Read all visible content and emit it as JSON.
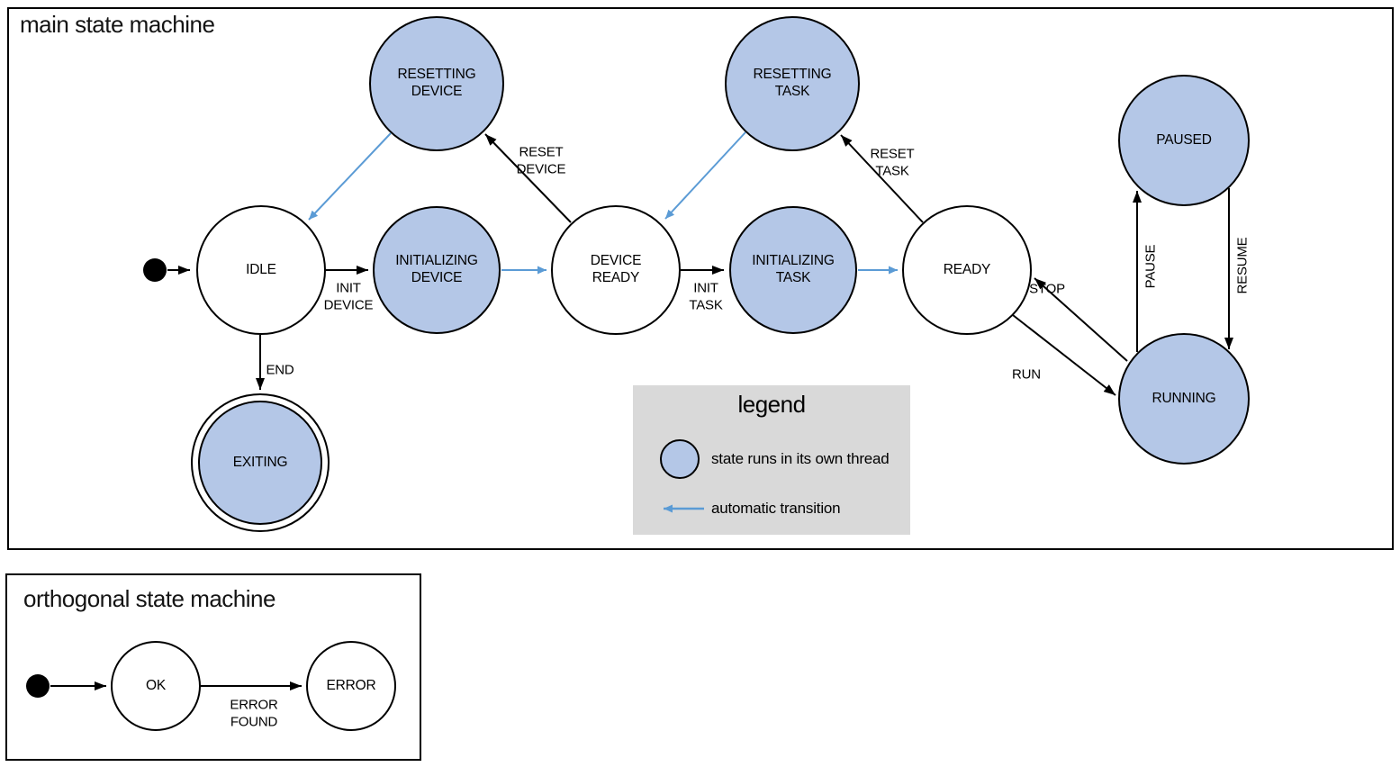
{
  "colors": {
    "thread_state_fill": "#b4c7e7",
    "automatic_transition_arrow": "#5b9bd5",
    "legend_background": "#d9d9d9",
    "line": "#000000"
  },
  "main_machine": {
    "title": "main state machine",
    "states": [
      {
        "name": "IDLE",
        "threaded": false
      },
      {
        "name": "INITIALIZING\nDEVICE",
        "threaded": true
      },
      {
        "name": "DEVICE\nREADY",
        "threaded": false
      },
      {
        "name": "INITIALIZING\nTASK",
        "threaded": true
      },
      {
        "name": "READY",
        "threaded": false
      },
      {
        "name": "RESETTING\nDEVICE",
        "threaded": true
      },
      {
        "name": "RESETTING\nTASK",
        "threaded": true
      },
      {
        "name": "PAUSED",
        "threaded": true
      },
      {
        "name": "RUNNING",
        "threaded": true
      },
      {
        "name": "EXITING",
        "threaded": true,
        "final": true
      }
    ],
    "transitions": [
      {
        "label": "INIT\nDEVICE",
        "from": "IDLE",
        "to": "INITIALIZING DEVICE",
        "automatic": false
      },
      {
        "label": "INIT\nTASK",
        "from": "DEVICE READY",
        "to": "INITIALIZING TASK",
        "automatic": false
      },
      {
        "label": "RESET\nDEVICE",
        "from": "DEVICE READY",
        "to": "RESETTING DEVICE",
        "automatic": false
      },
      {
        "label": "RESET\nTASK",
        "from": "READY",
        "to": "RESETTING TASK",
        "automatic": false
      },
      {
        "label": "END",
        "from": "IDLE",
        "to": "EXITING",
        "automatic": false
      },
      {
        "label": "STOP",
        "from": "RUNNING",
        "to": "READY",
        "automatic": false
      },
      {
        "label": "RUN",
        "from": "READY",
        "to": "RUNNING",
        "automatic": false
      },
      {
        "label": "PAUSE",
        "from": "RUNNING",
        "to": "PAUSED",
        "automatic": false
      },
      {
        "label": "RESUME",
        "from": "PAUSED",
        "to": "RUNNING",
        "automatic": false
      },
      {
        "label": "",
        "from": "INITIALIZING DEVICE",
        "to": "DEVICE READY",
        "automatic": true
      },
      {
        "label": "",
        "from": "INITIALIZING TASK",
        "to": "READY",
        "automatic": true
      },
      {
        "label": "",
        "from": "RESETTING DEVICE",
        "to": "IDLE",
        "automatic": true
      },
      {
        "label": "",
        "from": "RESETTING TASK",
        "to": "DEVICE READY",
        "automatic": true
      }
    ]
  },
  "legend": {
    "title": "legend",
    "thread_item": "state runs in its own thread",
    "auto_item": "automatic transition"
  },
  "orthogonal_machine": {
    "title": "orthogonal state machine",
    "states": [
      {
        "name": "OK"
      },
      {
        "name": "ERROR"
      }
    ],
    "transitions": [
      {
        "label": "ERROR\nFOUND",
        "from": "OK",
        "to": "ERROR",
        "automatic": false
      }
    ]
  }
}
